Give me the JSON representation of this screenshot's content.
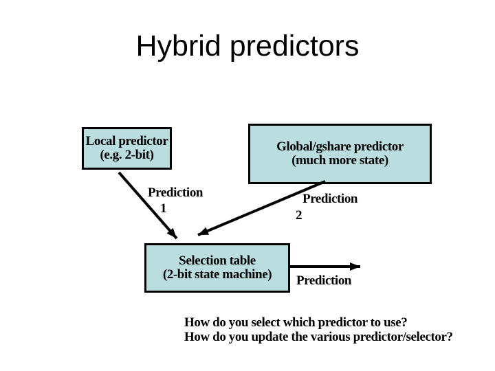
{
  "slide": {
    "title": "Hybrid predictors",
    "boxes": {
      "local": {
        "line1": "Local predictor",
        "line2": "(e.g. 2-bit)"
      },
      "global": {
        "line1": "Global/gshare predictor",
        "line2": "(much more state)"
      },
      "selection": {
        "line1": "Selection table",
        "line2": "(2-bit state machine)"
      }
    },
    "labels": {
      "prediction1": {
        "text": "Prediction",
        "num": "1"
      },
      "prediction2": {
        "text": "Prediction",
        "num": "2"
      },
      "prediction_out": "Prediction"
    },
    "questions": {
      "q1": "How do you select which predictor to use?",
      "q2": "How do you update the various predictor/selector?"
    },
    "colors": {
      "background": "#ffffff",
      "box_fill": "#badee0",
      "box_border": "#000000",
      "arrow": "#000000",
      "text": "#000000"
    }
  }
}
